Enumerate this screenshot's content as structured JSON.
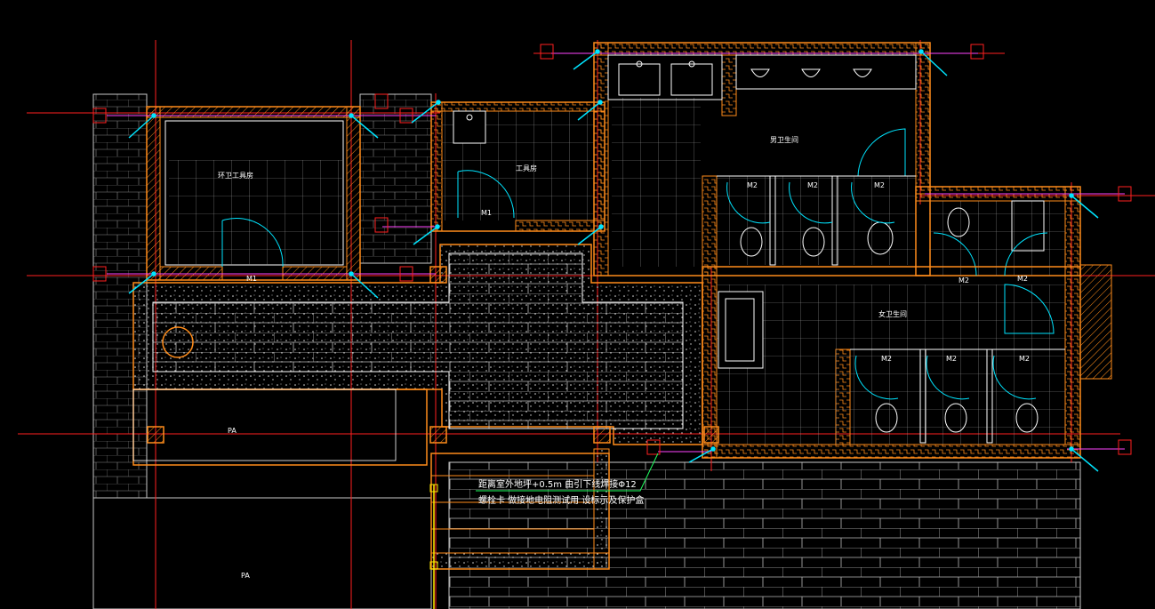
{
  "drawing": {
    "background": "#000000",
    "colors": {
      "axis": "#ff2020",
      "wall": "#ff8c1a",
      "fixture": "#ffffff",
      "door": "#00e5ff",
      "bond": "#ff44ff",
      "leader": "#20ff60",
      "grid": "#c8c8c8"
    },
    "rooms": {
      "tool_storage": "环卫工具房",
      "tool_room": "工具房",
      "mens_toilet": "男卫生间",
      "womens_toilet": "女卫生间"
    },
    "doors": {
      "m1_a": "M1",
      "m1_b": "M1",
      "m2_men_1": "M2",
      "m2_men_2": "M2",
      "m2_men_3": "M2",
      "m2_side_1": "M2",
      "m2_side_2": "M2",
      "m2_women_1": "M2",
      "m2_women_2": "M2",
      "m2_women_3": "M2"
    },
    "areas": {
      "pa_upper": "PA",
      "pa_lower": "PA"
    },
    "note": {
      "line1": "距离室外地坪+0.5m 由引下线焊接Φ12",
      "line2": "螺栓卡 做接地电阻测试用 设标示及保护盒"
    }
  }
}
